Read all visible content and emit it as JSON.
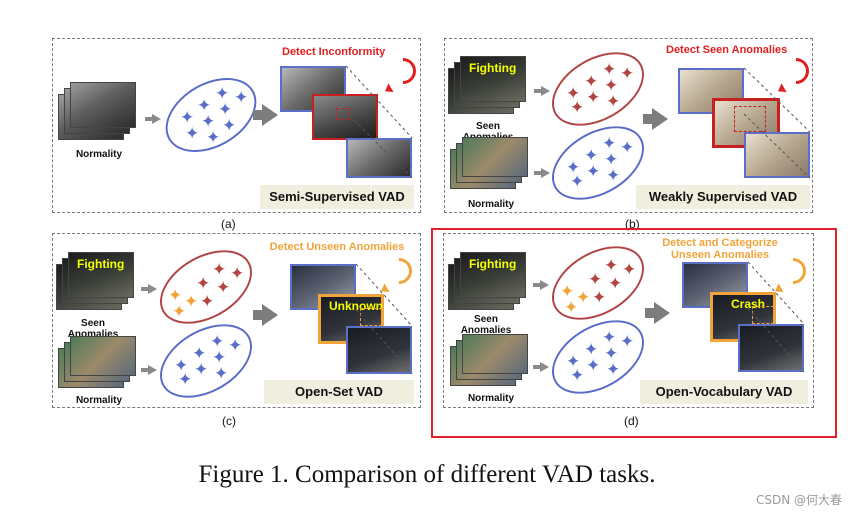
{
  "panels": {
    "a": {
      "label": "(a)",
      "title": "Semi-Supervised VAD",
      "inputs": [
        "Normality"
      ],
      "detect": "Detect Inconformity"
    },
    "b": {
      "label": "(b)",
      "title": "Weakly Supervised VAD",
      "inputs": [
        "Seen Anomalies",
        "Normality"
      ],
      "fighting": "Fighting",
      "detect": "Detect Seen Anomalies"
    },
    "c": {
      "label": "(c)",
      "title": "Open-Set VAD",
      "inputs": [
        "Seen Anomalies",
        "Normality"
      ],
      "fighting": "Fighting",
      "detect": "Detect Unseen Anomalies",
      "thumb_label": "Unknown"
    },
    "d": {
      "label": "(d)",
      "title": "Open-Vocabulary VAD",
      "inputs": [
        "Seen Anomalies",
        "Normality"
      ],
      "fighting": "Fighting",
      "detect": "Detect and Categorize Unseen Anomalies",
      "thumb_label": "Crash"
    }
  },
  "colors": {
    "normal_cluster": "#5a6ec9",
    "anomaly_cluster": "#b34444",
    "unseen": "#f0a43a",
    "highlight_frame": "#e0202a"
  },
  "caption": "Figure 1. Comparison of different VAD tasks.",
  "watermark": "CSDN @何大春"
}
